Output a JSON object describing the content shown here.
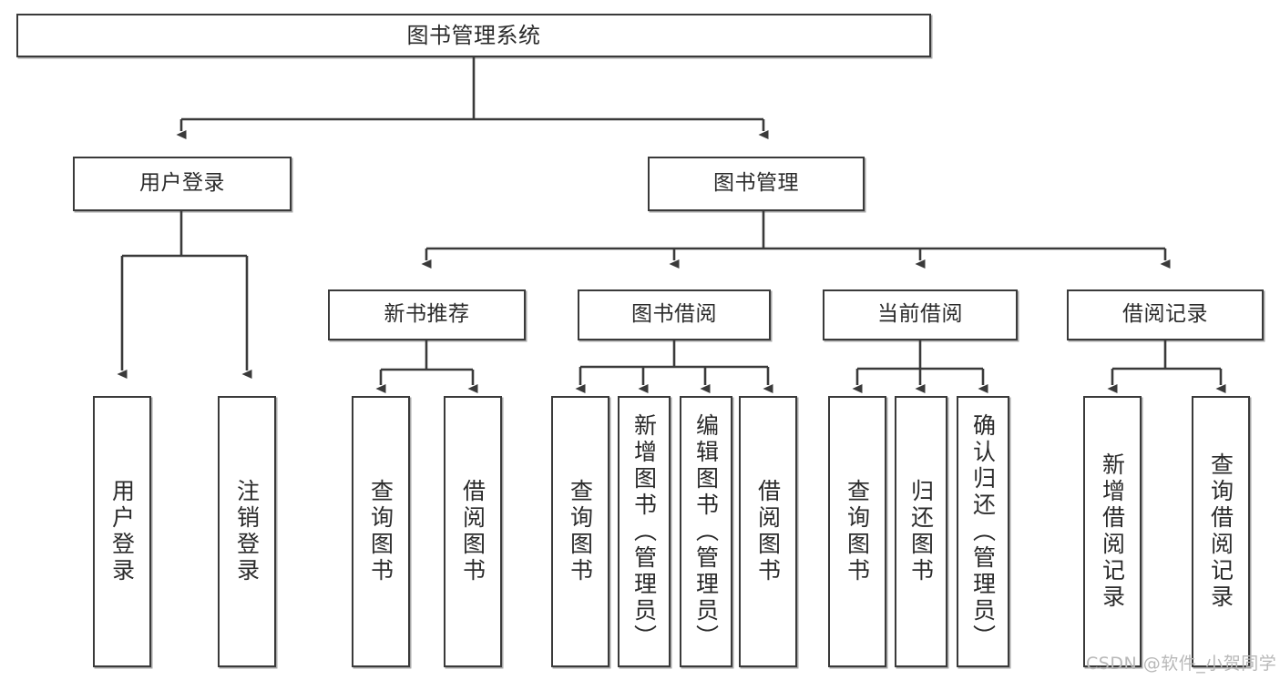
{
  "diagram": {
    "title": "图书管理系统",
    "type": "functional-structure-tree",
    "root": {
      "id": "root",
      "label": "图书管理系统"
    },
    "level2": [
      {
        "id": "user-login",
        "label": "用户登录"
      },
      {
        "id": "book-manage",
        "label": "图书管理"
      }
    ],
    "level3": [
      {
        "id": "new-book-rec",
        "label": "新书推荐",
        "parent": "book-manage"
      },
      {
        "id": "book-borrow",
        "label": "图书借阅",
        "parent": "book-manage"
      },
      {
        "id": "current-borrow",
        "label": "当前借阅",
        "parent": "book-manage"
      },
      {
        "id": "borrow-record",
        "label": "借阅记录",
        "parent": "book-manage"
      }
    ],
    "leaves": {
      "user-login": [
        {
          "id": "leaf-user-login",
          "label": "用户登录"
        },
        {
          "id": "leaf-user-logout",
          "label": "注销登录"
        }
      ],
      "new-book-rec": [
        {
          "id": "leaf-query-book-1",
          "label": "查询图书"
        },
        {
          "id": "leaf-borrow-book-1",
          "label": "借阅图书"
        }
      ],
      "book-borrow": [
        {
          "id": "leaf-query-book-2",
          "label": "查询图书"
        },
        {
          "id": "leaf-add-book",
          "label": "新增图书（管理员）"
        },
        {
          "id": "leaf-edit-book",
          "label": "编辑图书（管理员）"
        },
        {
          "id": "leaf-borrow-book-2",
          "label": "借阅图书"
        }
      ],
      "current-borrow": [
        {
          "id": "leaf-query-book-3",
          "label": "查询图书"
        },
        {
          "id": "leaf-return-book",
          "label": "归还图书"
        },
        {
          "id": "leaf-confirm-return",
          "label": "确认归还（管理员）"
        }
      ],
      "borrow-record": [
        {
          "id": "leaf-add-record",
          "label": "新增借阅记录"
        },
        {
          "id": "leaf-query-record",
          "label": "查询借阅记录"
        }
      ]
    }
  },
  "watermark": {
    "text": "CSDN @软件_小贺同学"
  },
  "colors": {
    "border": "#3a3a3a",
    "text": "#2b2b2b",
    "background": "#ffffff",
    "watermark": "#b8b8b8"
  }
}
